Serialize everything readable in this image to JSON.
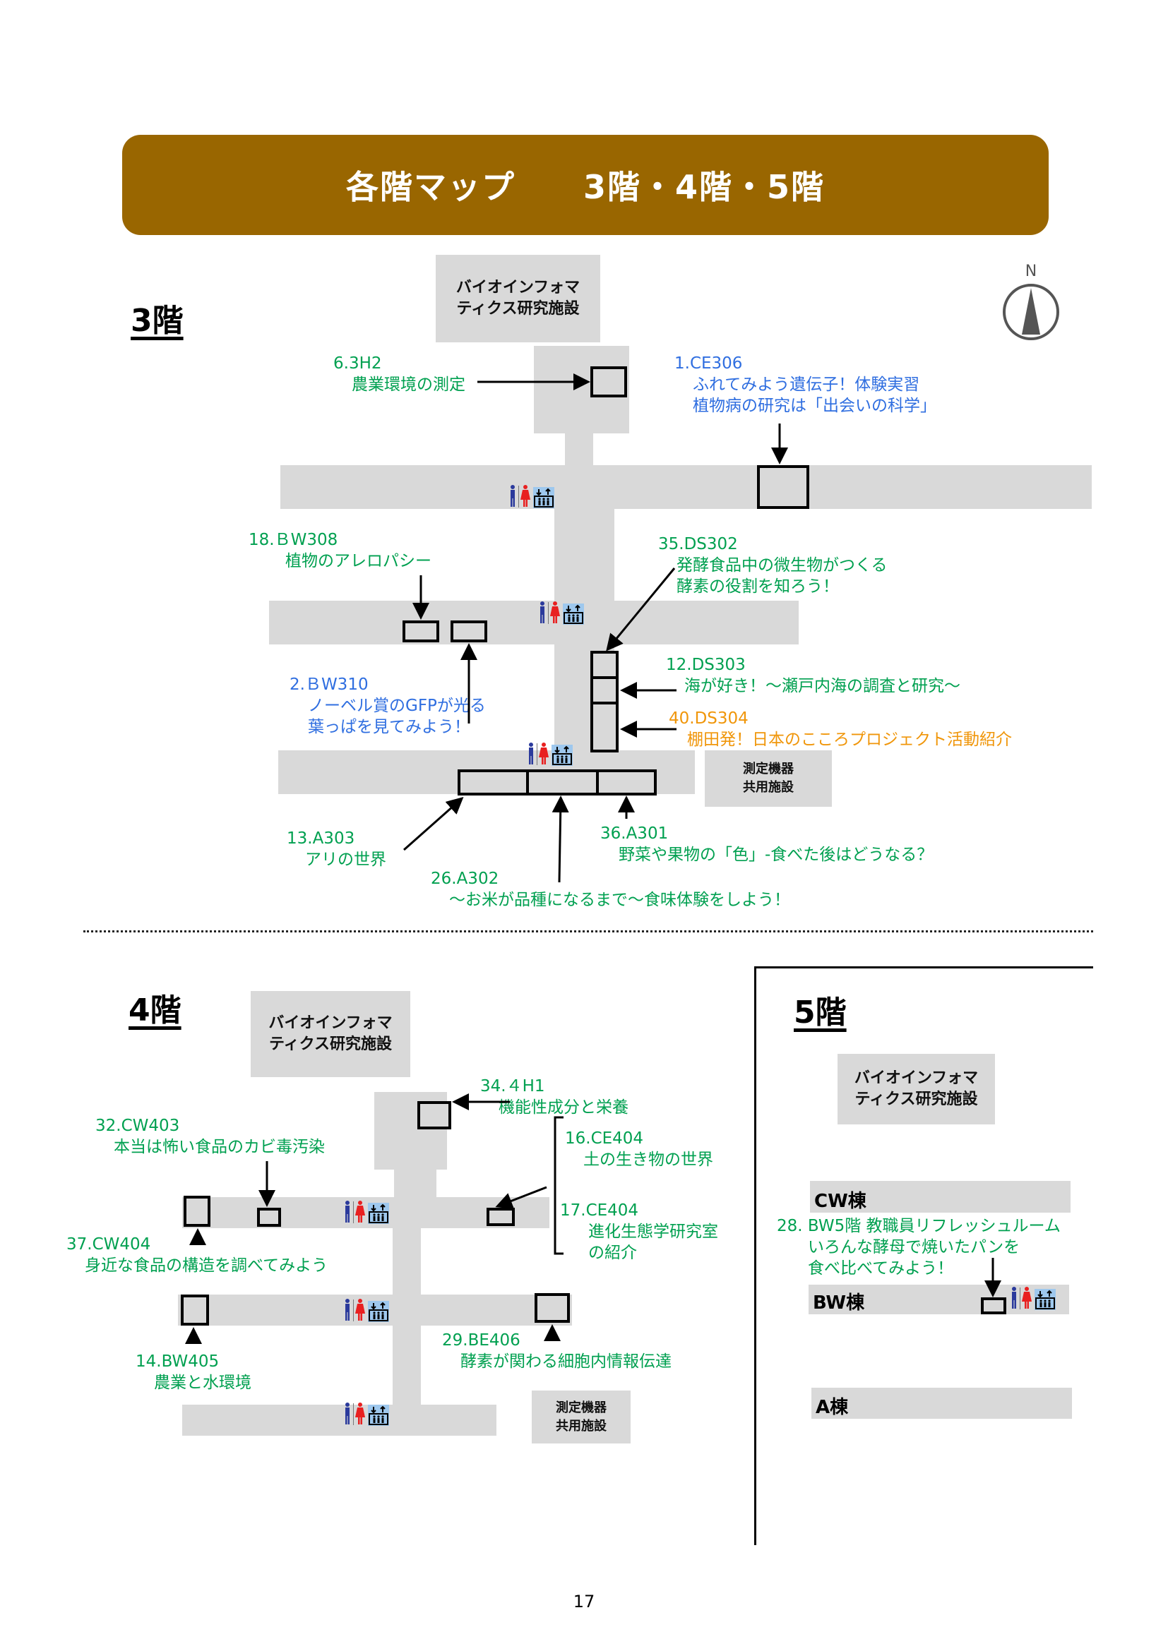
{
  "banner": {
    "title": "各階マップ",
    "floors": "3階・4階・5階",
    "color": "#996600"
  },
  "compass": {
    "label": "N"
  },
  "facilities": {
    "bio_line1": "バイオインフォマ",
    "bio_line2": "ティクス研究施設",
    "meas_line1": "測定機器",
    "meas_line2": "共用施設"
  },
  "floor3": {
    "title": "3階",
    "labels": [
      {
        "id": "6.3H2",
        "desc": [
          "農業環境の測定"
        ],
        "color": "green"
      },
      {
        "id": "1.CE306",
        "desc": [
          "ふれてみよう遺伝子！体験実習",
          "植物病の研究は「出会いの科学」"
        ],
        "color": "blue"
      },
      {
        "id": "18.ＢW308",
        "desc": [
          "植物のアレロパシー"
        ],
        "color": "green"
      },
      {
        "id": "35.DS302",
        "desc": [
          "発酵食品中の微生物がつくる",
          "酵素の役割を知ろう！"
        ],
        "color": "green"
      },
      {
        "id": "2.ＢW310",
        "desc": [
          "ノーベル賞のGFPが光る",
          "葉っぱを見てみよう！"
        ],
        "color": "blue"
      },
      {
        "id": "12.DS303",
        "desc": [
          "海が好き！～瀬戸内海の調査と研究～"
        ],
        "color": "green"
      },
      {
        "id": "40.DS304",
        "desc": [
          "棚田発！日本のこころプロジェクト活動紹介"
        ],
        "color": "orange"
      },
      {
        "id": "13.A303",
        "desc": [
          "アリの世界"
        ],
        "color": "green"
      },
      {
        "id": "36.A301",
        "desc": [
          "野菜や果物の「色」-食べた後はどうなる？"
        ],
        "color": "green"
      },
      {
        "id": "26.A302",
        "desc": [
          "～お米が品種になるまで～食味体験をしよう！"
        ],
        "color": "green"
      }
    ]
  },
  "floor4": {
    "title": "4階",
    "labels": [
      {
        "id": "34.４H1",
        "desc": [
          "機能性成分と栄養"
        ],
        "color": "green"
      },
      {
        "id": "32.CW403",
        "desc": [
          "本当は怖い食品のカビ毒汚染"
        ],
        "color": "green"
      },
      {
        "id": "16.CE404",
        "desc": [
          "土の生き物の世界"
        ],
        "color": "green"
      },
      {
        "id": "17.CE404",
        "desc": [
          "進化生態学研究室",
          "の紹介"
        ],
        "color": "green"
      },
      {
        "id": "37.CW404",
        "desc": [
          "身近な食品の構造を調べてみよう"
        ],
        "color": "green"
      },
      {
        "id": "29.BE406",
        "desc": [
          "酵素が関わる細胞内情報伝達"
        ],
        "color": "green"
      },
      {
        "id": "14.BW405",
        "desc": [
          "農業と水環境"
        ],
        "color": "green"
      }
    ]
  },
  "floor5": {
    "title": "5階",
    "buildings": [
      "CW棟",
      "BW棟",
      "A棟"
    ],
    "labels": [
      {
        "id": "28. BW5階 教職員リフレッシュルーム",
        "desc": [
          "いろんな酵母で焼いたパンを",
          "食べ比べてみよう！"
        ],
        "color": "green"
      }
    ]
  },
  "icons": {
    "restroom": "restroom-icon",
    "elevator": "elevator-icon",
    "compass": "north-compass-icon"
  },
  "page_number": "17"
}
